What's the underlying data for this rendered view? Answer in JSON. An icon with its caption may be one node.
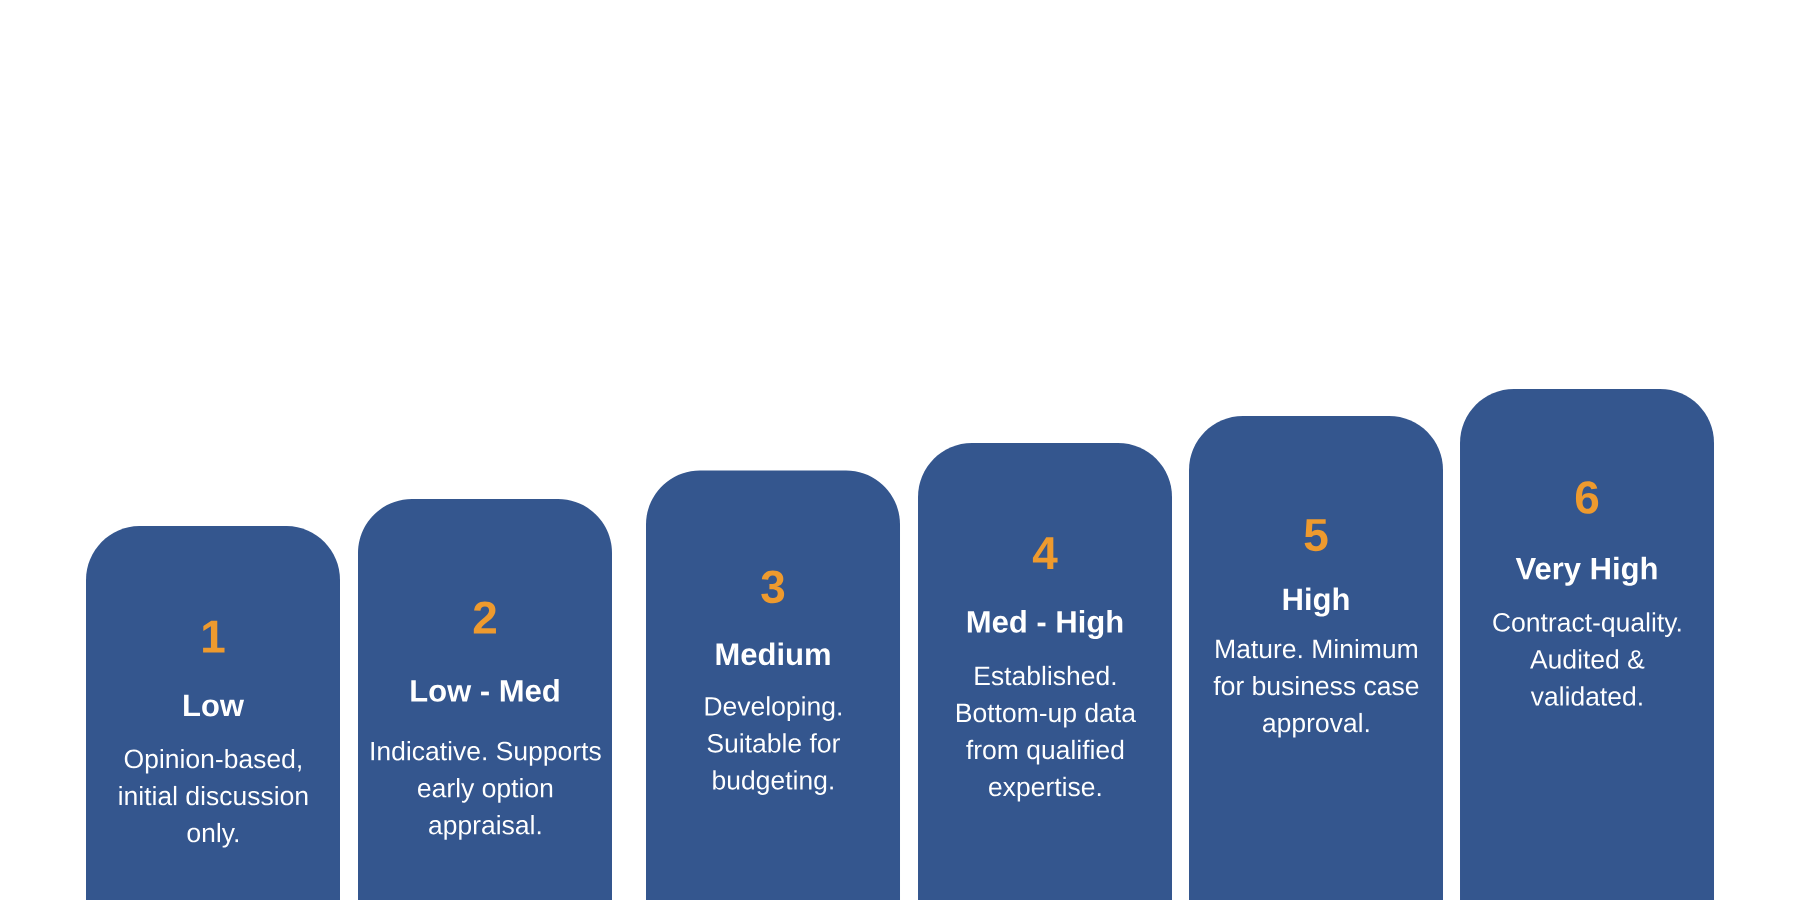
{
  "diagram": {
    "nodes": [
      {
        "text": [
          "1",
          "Low",
          "Opinion-based, initial discussion only."
        ]
      },
      {
        "text": [
          "2",
          "Low - Med",
          "Indicative. Supports early option appraisal."
        ]
      },
      {
        "text": [
          "3",
          "Medium",
          "Developing. Suitable for budgeting."
        ]
      },
      {
        "text": [
          "4",
          "Med - High",
          "Established. Bottom-up data from qualified expertise."
        ]
      },
      {
        "text": [
          "5",
          "High",
          "Mature. Minimum for business case approval."
        ]
      },
      {
        "text": [
          "6",
          "Very High",
          "Contract-quality. Audited & validated."
        ]
      }
    ]
  }
}
